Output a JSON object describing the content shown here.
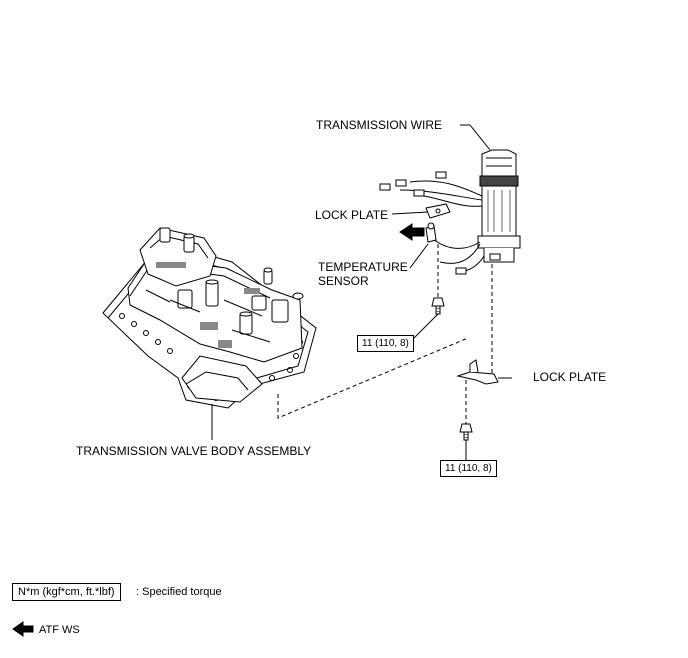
{
  "labels": {
    "transmission_wire": "TRANSMISSION WIRE",
    "lock_plate_upper": "LOCK PLATE",
    "temperature_sensor_line1": "TEMPERATURE",
    "temperature_sensor_line2": "SENSOR",
    "lock_plate_lower": "LOCK PLATE",
    "valve_body": "TRANSMISSION VALVE BODY ASSEMBLY"
  },
  "torque_values": {
    "sensor_bolt": "11 (110, 8)",
    "plate_bolt": "11 (110, 8)"
  },
  "legend": {
    "torque_unit": "N*m (kgf*cm, ft.*lbf)",
    "torque_desc": ": Specified torque",
    "fluid_label": "ATF WS"
  }
}
